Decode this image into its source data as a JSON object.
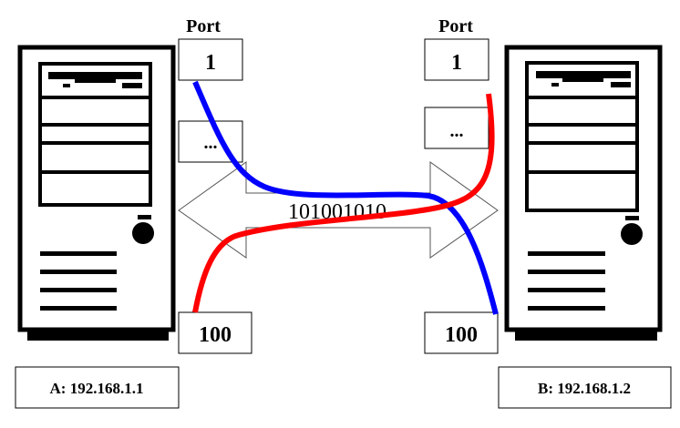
{
  "title": "TCP/IP port-to-port communication",
  "host_a": {
    "address_label": "A: 192.168.1.1",
    "port_header": "Port",
    "ports": [
      "1",
      "...",
      "100"
    ]
  },
  "host_b": {
    "address_label": "B: 192.168.1.2",
    "port_header": "Port",
    "ports": [
      "1",
      "...",
      "100"
    ]
  },
  "transfer": {
    "bits": "101001010",
    "arrow": "bidirectional"
  },
  "connections": [
    {
      "from": "A port 1",
      "to": "B port 100",
      "color": "#0000ff"
    },
    {
      "from": "A port 100",
      "to": "B port 1",
      "color": "#ff0000"
    }
  ]
}
